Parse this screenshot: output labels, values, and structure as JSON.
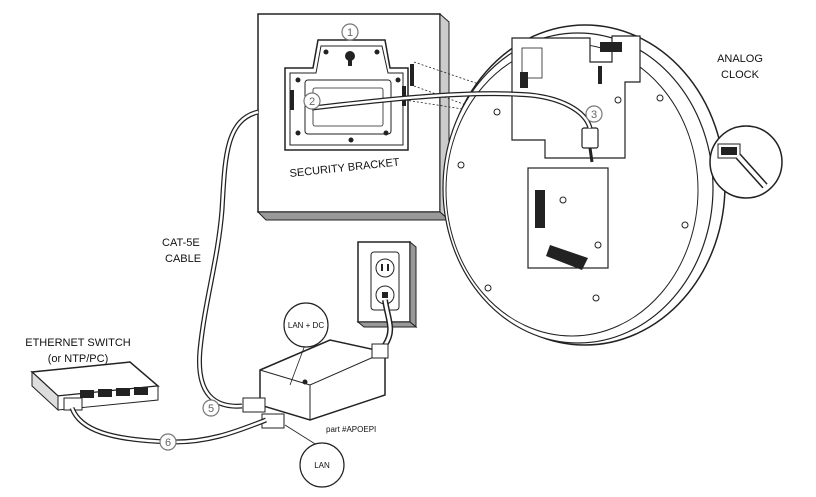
{
  "labels": {
    "security_bracket": "SECURITY BRACKET",
    "analog_clock_line1": "ANALOG",
    "analog_clock_line2": "CLOCK",
    "cable_line1": "CAT-5E",
    "cable_line2": "CABLE",
    "switch_line1": "ETHERNET SWITCH",
    "switch_line2": "(or NTP/PC)",
    "lan_dc": "LAN + DC",
    "lan": "LAN",
    "part": "part #APOEPI"
  },
  "steps": [
    "1",
    "2",
    "3",
    "5",
    "6"
  ]
}
